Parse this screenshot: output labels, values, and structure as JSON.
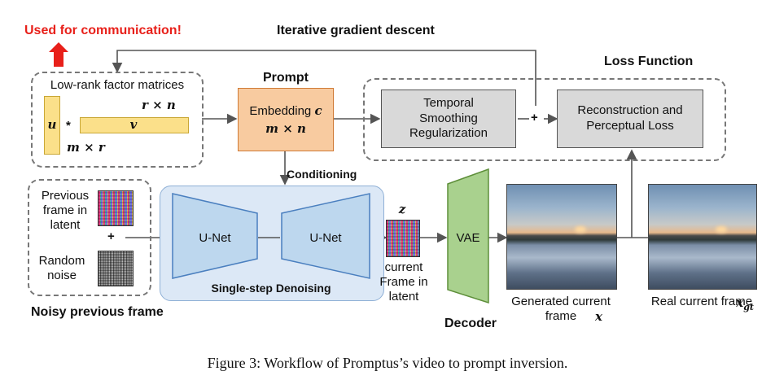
{
  "top_left_note": "Used for communication!",
  "top_loop_label": "Iterative gradient descent",
  "low_rank": {
    "title": "Low-rank factor matrices",
    "u_symbol": "u",
    "multiply": "*",
    "v_symbol": "v",
    "r_by_n": "r × n",
    "m_by_r": "m × r"
  },
  "prompt": {
    "title": "Prompt",
    "line1": "Embedding",
    "symbol": "c",
    "dims": "m × n"
  },
  "conditioning_label": "Conditioning",
  "loss": {
    "title": "Loss Function",
    "temporal": "Temporal Smoothing Regularization",
    "plus": "+",
    "reconstruction": "Reconstruction and Perceptual Loss"
  },
  "noisy": {
    "previous_frame": "Previous frame in latent",
    "plus": "+",
    "random_noise": "Random noise",
    "caption": "Noisy previous frame"
  },
  "denoising": {
    "unet1": "U-Net",
    "unet2": "U-Net",
    "caption": "Single-step Denoising"
  },
  "latent": {
    "symbol": "z",
    "caption": "current Frame in latent"
  },
  "decoder": {
    "box": "VAE",
    "caption": "Decoder"
  },
  "generated": {
    "caption": "Generated current frame",
    "symbol": "x"
  },
  "real": {
    "caption": "Real current frame",
    "symbol": "x",
    "subscript": "gt"
  },
  "figure_caption": "Figure 3: Workflow of Promptus’s video to prompt inversion.",
  "colors": {
    "accent_red": "#e8201a",
    "orange_fill": "#f8cba0",
    "yellow_fill": "#fbe08a",
    "blue_fill": "#bdd7ee",
    "green_fill": "#a9d18e",
    "grey_fill": "#d9d9d9"
  }
}
